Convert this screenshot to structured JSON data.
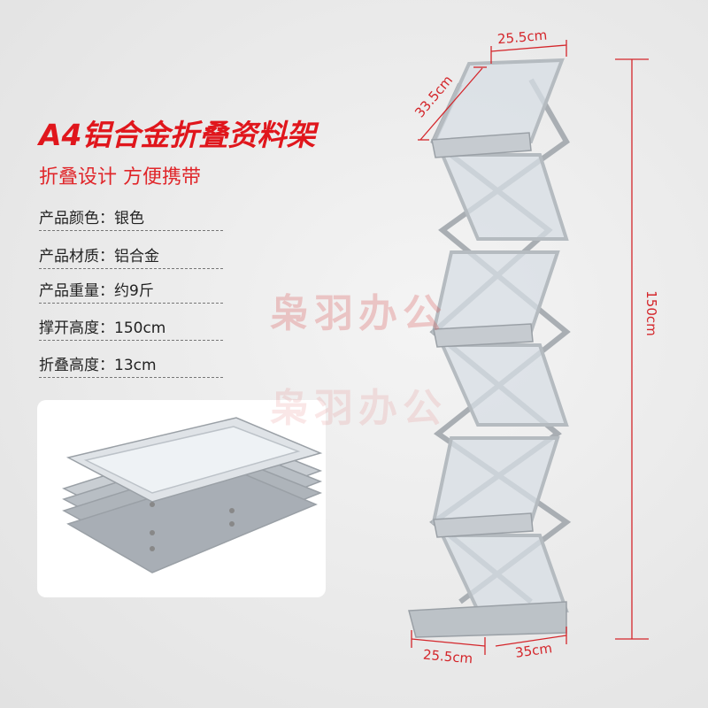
{
  "title": "A4铝合金折叠资料架",
  "subtitle": "折叠设计  方便携带",
  "specs": [
    {
      "text": "产品颜色：银色"
    },
    {
      "text": "产品材质：铝合金"
    },
    {
      "text": "产品重量：约9斤"
    },
    {
      "text": "撑开高度：150cm"
    },
    {
      "text": "折叠高度：13cm"
    }
  ],
  "dimensions": {
    "top_width": "25.5cm",
    "top_depth": "33.5cm",
    "height": "150cm",
    "base_width": "25.5cm",
    "base_depth": "35cm"
  },
  "watermark": "枭羽办公",
  "colors": {
    "accent": "#e0161c",
    "dimension": "#d4262b"
  }
}
